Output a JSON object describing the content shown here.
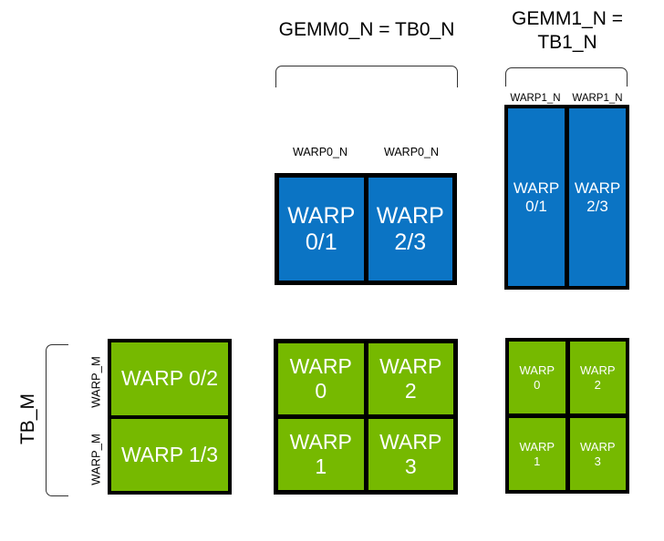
{
  "diagram": {
    "title_gemm0": "GEMM0_N = TB0_N",
    "title_gemm1": "GEMM1_N =\nTB1_N",
    "tb_m_label": "TB_M",
    "labels": {
      "warp0_n_left": "WARP0_N",
      "warp0_n_right": "WARP0_N",
      "warp1_n_left": "WARP1_N",
      "warp1_n_right": "WARP1_N",
      "warp_m_top": "WARP_M",
      "warp_m_bottom": "WARP_M"
    },
    "blue_gemm0": {
      "cells": [
        {
          "text": "WARP\n0/1"
        },
        {
          "text": "WARP\n2/3"
        }
      ]
    },
    "blue_gemm1": {
      "cells": [
        {
          "text": "WARP\n0/1"
        },
        {
          "text": "WARP\n2/3"
        }
      ]
    },
    "green_left": {
      "cells": [
        {
          "text": "WARP 0/2"
        },
        {
          "text": "WARP 1/3"
        }
      ]
    },
    "green_middle": {
      "cells": [
        {
          "text": "WARP\n0"
        },
        {
          "text": "WARP\n2"
        },
        {
          "text": "WARP\n1"
        },
        {
          "text": "WARP\n3"
        }
      ]
    },
    "green_right": {
      "cells": [
        {
          "text": "WARP\n0"
        },
        {
          "text": "WARP\n2"
        },
        {
          "text": "WARP\n1"
        },
        {
          "text": "WARP\n3"
        }
      ]
    },
    "colors": {
      "blue": "#0b74c4",
      "green": "#76b900",
      "outline": "#000000",
      "bracket": "#333333",
      "text_on_block": "#ffffff",
      "text": "#000000"
    }
  }
}
